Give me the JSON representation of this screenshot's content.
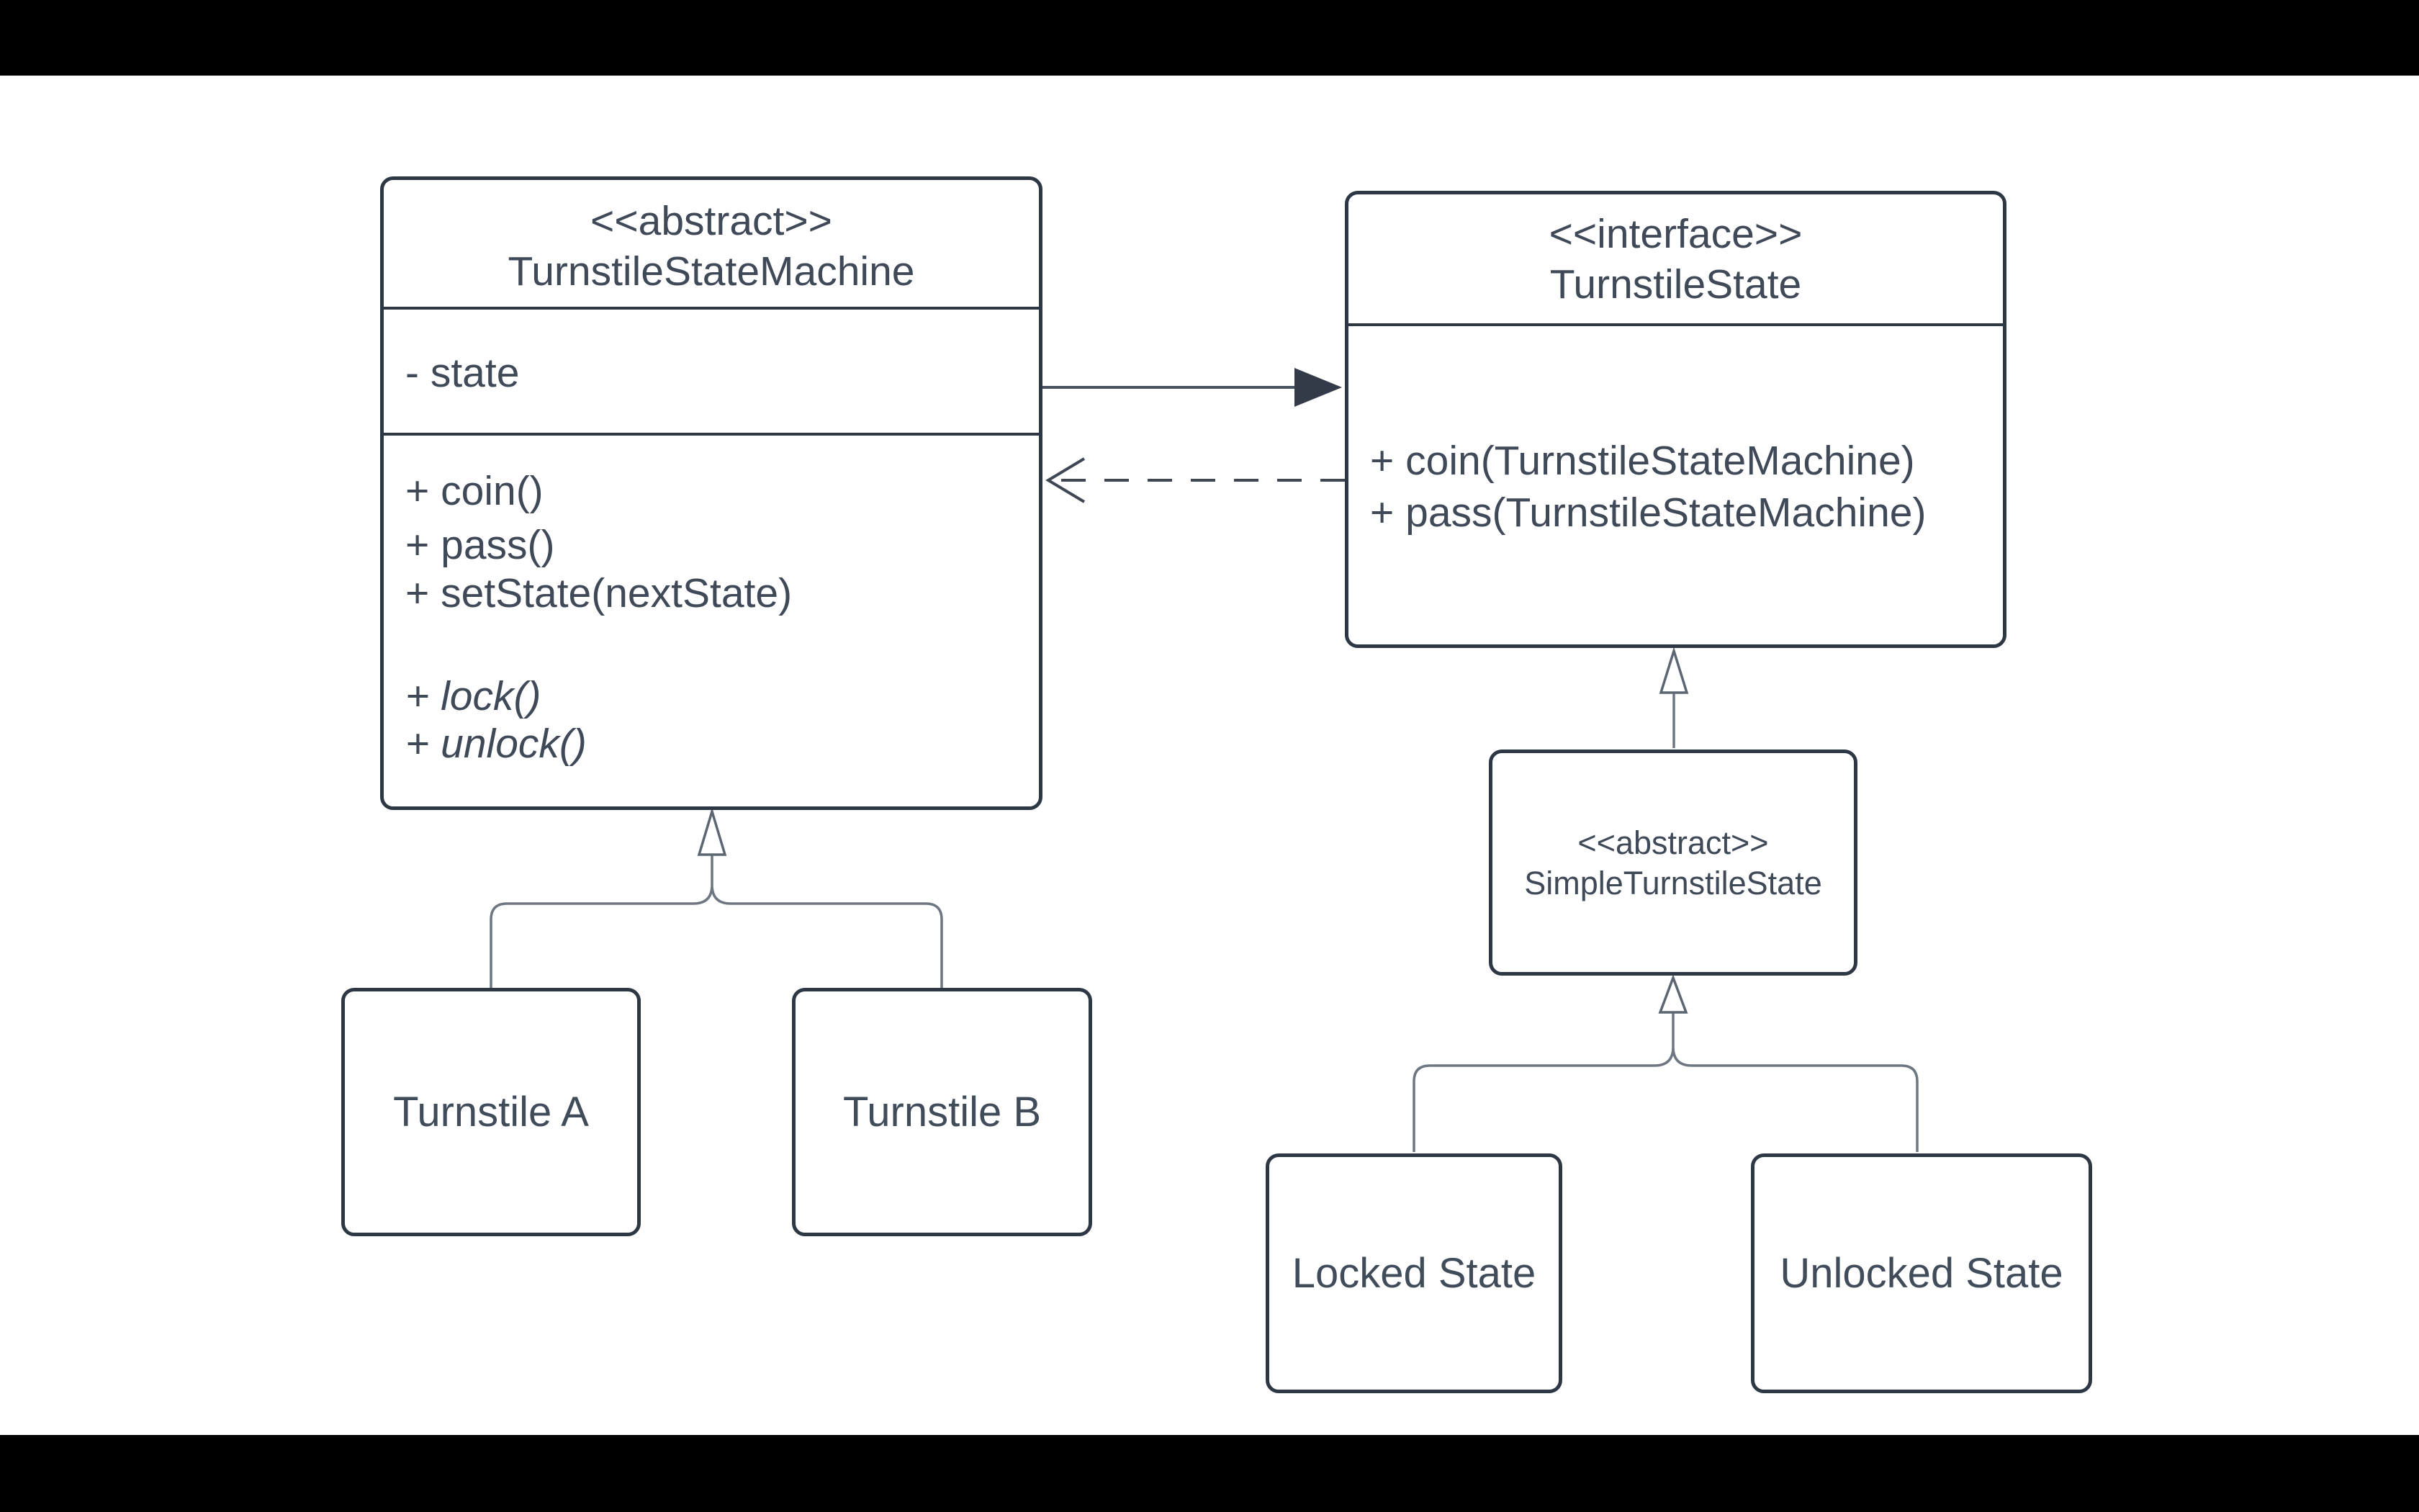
{
  "background": {
    "letterbox_color": "#000000",
    "canvas_color": "#ffffff"
  },
  "colors": {
    "box_border": "#2e3845",
    "box_text": "#3f4958",
    "small_box_text": "#15191f",
    "connector_line": "#6e7781",
    "triangle_outline": "#5c6673",
    "association_line": "#4a5460",
    "arrowhead_fill": "#333b49",
    "endpoint_dot": "#0c0e12"
  },
  "classes": {
    "turnstile_state_machine": {
      "stereotype": "<<abstract>>",
      "name": "TurnstileStateMachine",
      "attributes": [
        "- state"
      ],
      "methods": [
        "+ coin()",
        "+ pass()",
        "+ setState(nextState)"
      ],
      "abstract_methods": [
        "+ lock()",
        "+ unlock()"
      ]
    },
    "turnstile_state": {
      "stereotype": "<<interface>>",
      "name": "TurnstileState",
      "methods": [
        "+ coin(TurnstileStateMachine)",
        "+ pass(TurnstileStateMachine)"
      ]
    },
    "simple_turnstile_state": {
      "stereotype": "<<abstract>>",
      "name": "SimpleTurnstileState"
    },
    "turnstile_a": {
      "name": "Turnstile A"
    },
    "turnstile_b": {
      "name": "Turnstile B"
    },
    "locked_state": {
      "name": "Locked State"
    },
    "unlocked_state": {
      "name": "Unlocked State"
    }
  }
}
